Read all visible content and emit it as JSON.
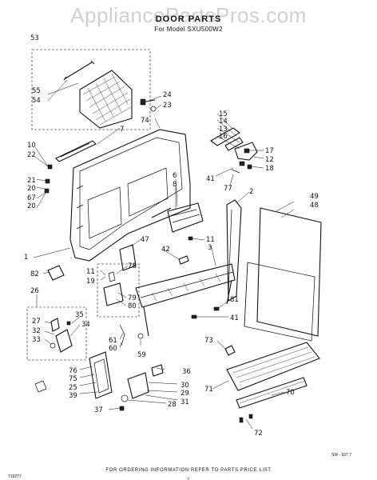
{
  "header": {
    "watermark": "AppliancePartsPros.com",
    "title": "DOOR PARTS",
    "model": "For Model SXU500W2"
  },
  "footer": {
    "note": "FOR ORDERING INFORMATION REFER TO PARTS PRICE LIST",
    "page": "2",
    "code_left": "719277",
    "code_right": "SW - 937 7"
  },
  "callouts": [
    "53",
    "55",
    "54",
    "7",
    "24",
    "23",
    "74",
    "15",
    "14",
    "13",
    "16",
    "10",
    "22",
    "21",
    "20",
    "67",
    "20",
    "17",
    "12",
    "18",
    "6",
    "8",
    "41",
    "77",
    "2",
    "49",
    "48",
    "1",
    "82",
    "47",
    "42",
    "11",
    "11",
    "19",
    "78",
    "79",
    "80",
    "3",
    "81",
    "41",
    "26",
    "27",
    "35",
    "34",
    "32",
    "33",
    "73",
    "61",
    "60",
    "59",
    "36",
    "76",
    "75",
    "25",
    "39",
    "30",
    "29",
    "31",
    "28",
    "37",
    "71",
    "70",
    "72"
  ]
}
